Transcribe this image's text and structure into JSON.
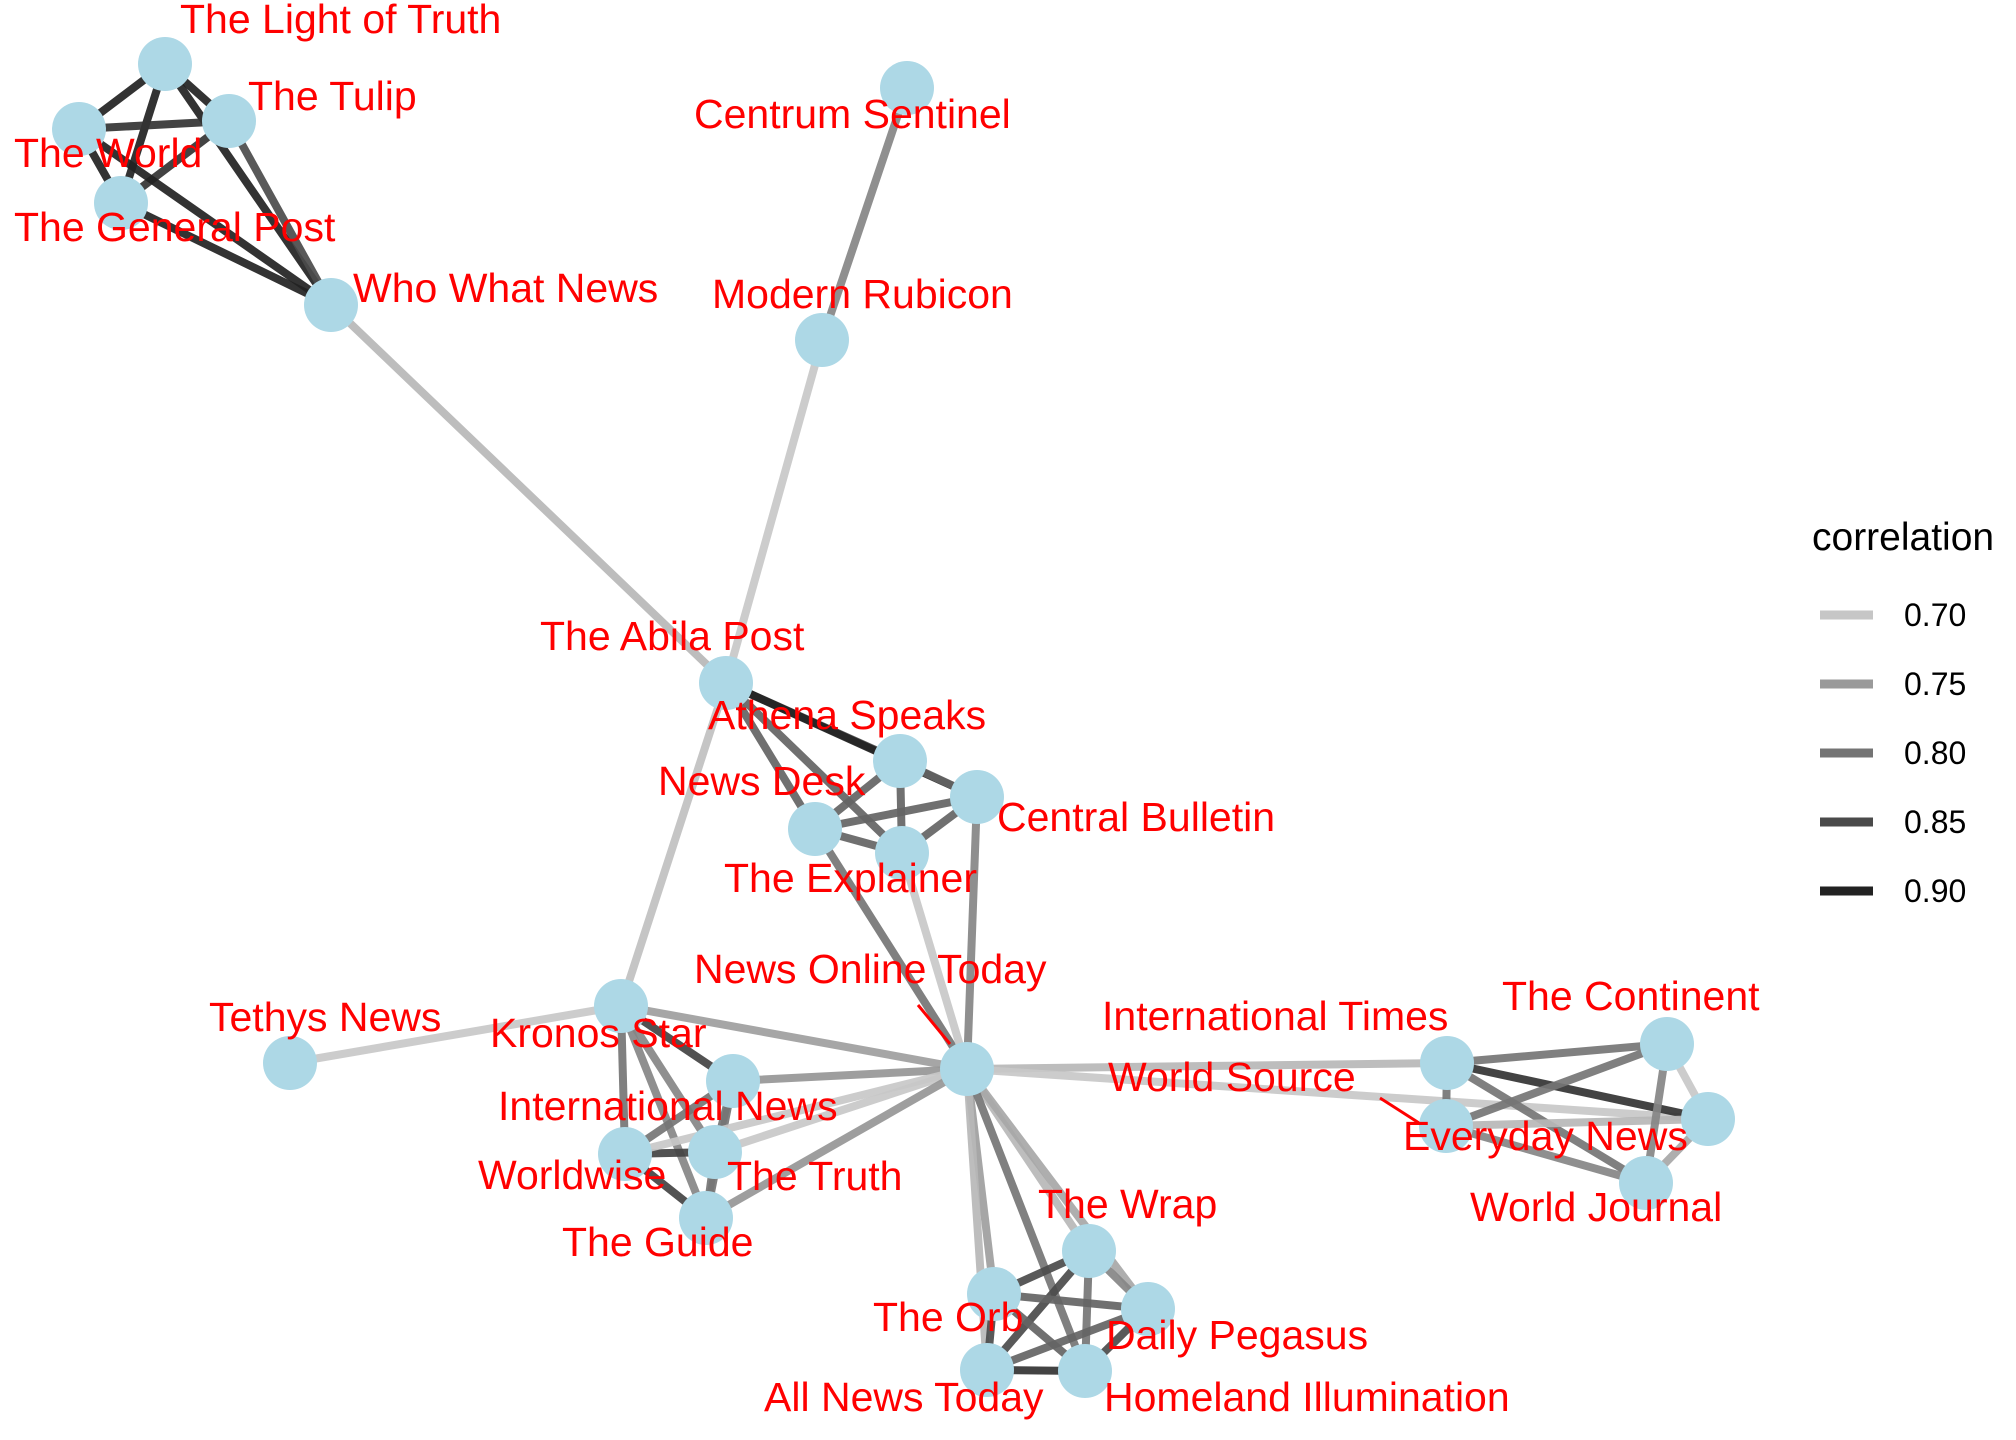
{
  "legend": {
    "title": "correlation",
    "entries": [
      {
        "label": "0.70",
        "value": 0.7,
        "color": "#c6c6c6"
      },
      {
        "label": "0.75",
        "value": 0.75,
        "color": "#9a9a9a"
      },
      {
        "label": "0.80",
        "value": 0.8,
        "color": "#747474"
      },
      {
        "label": "0.85",
        "value": 0.85,
        "color": "#4a4a4a"
      },
      {
        "label": "0.90",
        "value": 0.9,
        "color": "#222222"
      }
    ]
  },
  "colors": {
    "node": "#add8e6",
    "label": "#ff0000"
  },
  "nodes": [
    {
      "id": "light",
      "label": "The Light of Truth"
    },
    {
      "id": "tulip",
      "label": "The Tulip"
    },
    {
      "id": "world",
      "label": "The World"
    },
    {
      "id": "genpost",
      "label": "The General Post"
    },
    {
      "id": "whowhat",
      "label": "Who What News"
    },
    {
      "id": "centrum",
      "label": "Centrum Sentinel"
    },
    {
      "id": "rubicon",
      "label": "Modern Rubicon"
    },
    {
      "id": "abila",
      "label": "The Abila Post"
    },
    {
      "id": "athena",
      "label": "Athena Speaks"
    },
    {
      "id": "newsdesk",
      "label": "News Desk"
    },
    {
      "id": "central",
      "label": "Central Bulletin"
    },
    {
      "id": "explainer",
      "label": "The Explainer"
    },
    {
      "id": "online",
      "label": "News Online Today"
    },
    {
      "id": "tethys",
      "label": "Tethys News"
    },
    {
      "id": "kronos",
      "label": "Kronos Star"
    },
    {
      "id": "intlnews",
      "label": "International News"
    },
    {
      "id": "worldwise",
      "label": "Worldwise"
    },
    {
      "id": "truth",
      "label": "The Truth"
    },
    {
      "id": "guide",
      "label": "The Guide"
    },
    {
      "id": "intltimes",
      "label": "International Times"
    },
    {
      "id": "worldsource",
      "label": "World Source"
    },
    {
      "id": "everyday",
      "label": "Everyday News"
    },
    {
      "id": "continent",
      "label": "The Continent"
    },
    {
      "id": "worldjournal",
      "label": "World Journal"
    },
    {
      "id": "wrap",
      "label": "The Wrap"
    },
    {
      "id": "orb",
      "label": "The Orb"
    },
    {
      "id": "pegasus",
      "label": "Daily Pegasus"
    },
    {
      "id": "allnews",
      "label": "All News Today"
    },
    {
      "id": "homeland",
      "label": "Homeland Illumination"
    }
  ],
  "edges": [
    {
      "source": "light",
      "target": "tulip",
      "correlation": 0.9
    },
    {
      "source": "light",
      "target": "world",
      "correlation": 0.9
    },
    {
      "source": "light",
      "target": "genpost",
      "correlation": 0.9
    },
    {
      "source": "light",
      "target": "whowhat",
      "correlation": 0.9
    },
    {
      "source": "tulip",
      "target": "world",
      "correlation": 0.88
    },
    {
      "source": "tulip",
      "target": "genpost",
      "correlation": 0.88
    },
    {
      "source": "tulip",
      "target": "whowhat",
      "correlation": 0.85
    },
    {
      "source": "world",
      "target": "genpost",
      "correlation": 0.9
    },
    {
      "source": "world",
      "target": "whowhat",
      "correlation": 0.9
    },
    {
      "source": "genpost",
      "target": "whowhat",
      "correlation": 0.9
    },
    {
      "source": "whowhat",
      "target": "abila",
      "correlation": 0.72
    },
    {
      "source": "centrum",
      "target": "rubicon",
      "correlation": 0.78
    },
    {
      "source": "rubicon",
      "target": "abila",
      "correlation": 0.7
    },
    {
      "source": "abila",
      "target": "athena",
      "correlation": 0.85
    },
    {
      "source": "abila",
      "target": "central",
      "correlation": 0.9
    },
    {
      "source": "abila",
      "target": "newsdesk",
      "correlation": 0.82
    },
    {
      "source": "abila",
      "target": "explainer",
      "correlation": 0.82
    },
    {
      "source": "abila",
      "target": "kronos",
      "correlation": 0.71
    },
    {
      "source": "athena",
      "target": "newsdesk",
      "correlation": 0.82
    },
    {
      "source": "athena",
      "target": "central",
      "correlation": 0.82
    },
    {
      "source": "athena",
      "target": "explainer",
      "correlation": 0.82
    },
    {
      "source": "newsdesk",
      "target": "central",
      "correlation": 0.82
    },
    {
      "source": "newsdesk",
      "target": "explainer",
      "correlation": 0.82
    },
    {
      "source": "central",
      "target": "explainer",
      "correlation": 0.82
    },
    {
      "source": "newsdesk",
      "target": "online",
      "correlation": 0.8
    },
    {
      "source": "explainer",
      "target": "online",
      "correlation": 0.7
    },
    {
      "source": "central",
      "target": "online",
      "correlation": 0.78
    },
    {
      "source": "tethys",
      "target": "kronos",
      "correlation": 0.7
    },
    {
      "source": "kronos",
      "target": "intlnews",
      "correlation": 0.86
    },
    {
      "source": "kronos",
      "target": "worldwise",
      "correlation": 0.8
    },
    {
      "source": "kronos",
      "target": "truth",
      "correlation": 0.78
    },
    {
      "source": "kronos",
      "target": "guide",
      "correlation": 0.78
    },
    {
      "source": "kronos",
      "target": "online",
      "correlation": 0.75
    },
    {
      "source": "intlnews",
      "target": "worldwise",
      "correlation": 0.8
    },
    {
      "source": "intlnews",
      "target": "truth",
      "correlation": 0.8
    },
    {
      "source": "intlnews",
      "target": "guide",
      "correlation": 0.8
    },
    {
      "source": "worldwise",
      "target": "truth",
      "correlation": 0.86
    },
    {
      "source": "worldwise",
      "target": "guide",
      "correlation": 0.86
    },
    {
      "source": "truth",
      "target": "guide",
      "correlation": 0.8
    },
    {
      "source": "intlnews",
      "target": "online",
      "correlation": 0.76
    },
    {
      "source": "truth",
      "target": "online",
      "correlation": 0.7
    },
    {
      "source": "worldwise",
      "target": "online",
      "correlation": 0.7
    },
    {
      "source": "guide",
      "target": "online",
      "correlation": 0.76
    },
    {
      "source": "online",
      "target": "intltimes",
      "correlation": 0.72
    },
    {
      "source": "online",
      "target": "everyday",
      "correlation": 0.7
    },
    {
      "source": "intltimes",
      "target": "everyday",
      "correlation": 0.88
    },
    {
      "source": "intltimes",
      "target": "continent",
      "correlation": 0.8
    },
    {
      "source": "intltimes",
      "target": "worldsource",
      "correlation": 0.8
    },
    {
      "source": "intltimes",
      "target": "worldjournal",
      "correlation": 0.8
    },
    {
      "source": "everyday",
      "target": "continent",
      "correlation": 0.7
    },
    {
      "source": "everyday",
      "target": "worldsource",
      "correlation": 0.72
    },
    {
      "source": "everyday",
      "target": "worldjournal",
      "correlation": 0.74
    },
    {
      "source": "continent",
      "target": "worldsource",
      "correlation": 0.8
    },
    {
      "source": "continent",
      "target": "worldjournal",
      "correlation": 0.78
    },
    {
      "source": "worldsource",
      "target": "worldjournal",
      "correlation": 0.78
    },
    {
      "source": "online",
      "target": "wrap",
      "correlation": 0.72
    },
    {
      "source": "online",
      "target": "orb",
      "correlation": 0.75
    },
    {
      "source": "online",
      "target": "pegasus",
      "correlation": 0.74
    },
    {
      "source": "online",
      "target": "allnews",
      "correlation": 0.72
    },
    {
      "source": "online",
      "target": "homeland",
      "correlation": 0.8
    },
    {
      "source": "wrap",
      "target": "orb",
      "correlation": 0.85
    },
    {
      "source": "wrap",
      "target": "pegasus",
      "correlation": 0.78
    },
    {
      "source": "wrap",
      "target": "allnews",
      "correlation": 0.85
    },
    {
      "source": "wrap",
      "target": "homeland",
      "correlation": 0.8
    },
    {
      "source": "orb",
      "target": "pegasus",
      "correlation": 0.82
    },
    {
      "source": "orb",
      "target": "allnews",
      "correlation": 0.85
    },
    {
      "source": "orb",
      "target": "homeland",
      "correlation": 0.82
    },
    {
      "source": "pegasus",
      "target": "allnews",
      "correlation": 0.82
    },
    {
      "source": "pegasus",
      "target": "homeland",
      "correlation": 0.85
    },
    {
      "source": "allnews",
      "target": "homeland",
      "correlation": 0.88
    }
  ]
}
